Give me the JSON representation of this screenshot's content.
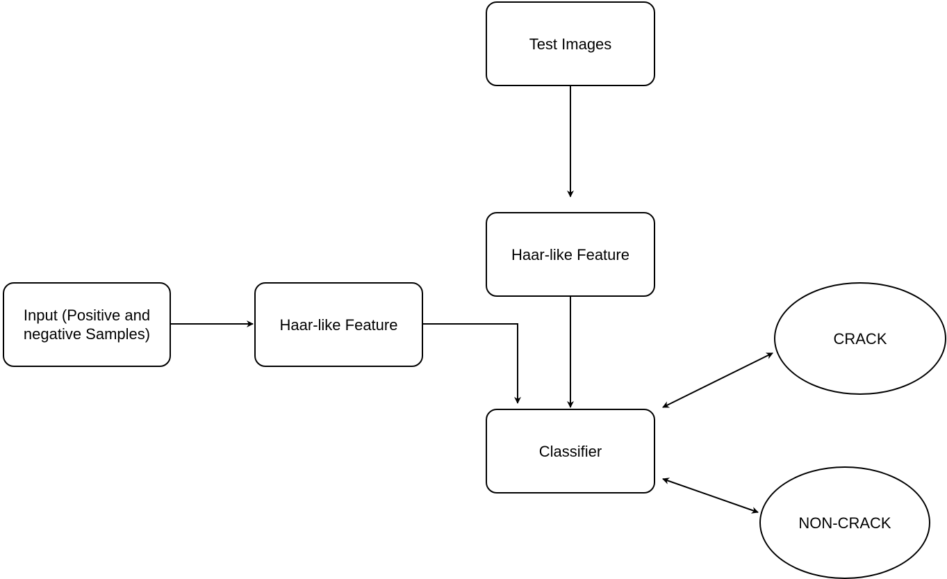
{
  "nodes": {
    "test_images": "Test Images",
    "haar_top": "Haar-like Feature",
    "input": "Input (Positive and negative Samples)",
    "haar_left": "Haar-like Feature",
    "classifier": "Classifier",
    "crack": "CRACK",
    "non_crack": "NON-CRACK"
  },
  "colors": {
    "stroke": "#000000",
    "background": "#ffffff"
  }
}
